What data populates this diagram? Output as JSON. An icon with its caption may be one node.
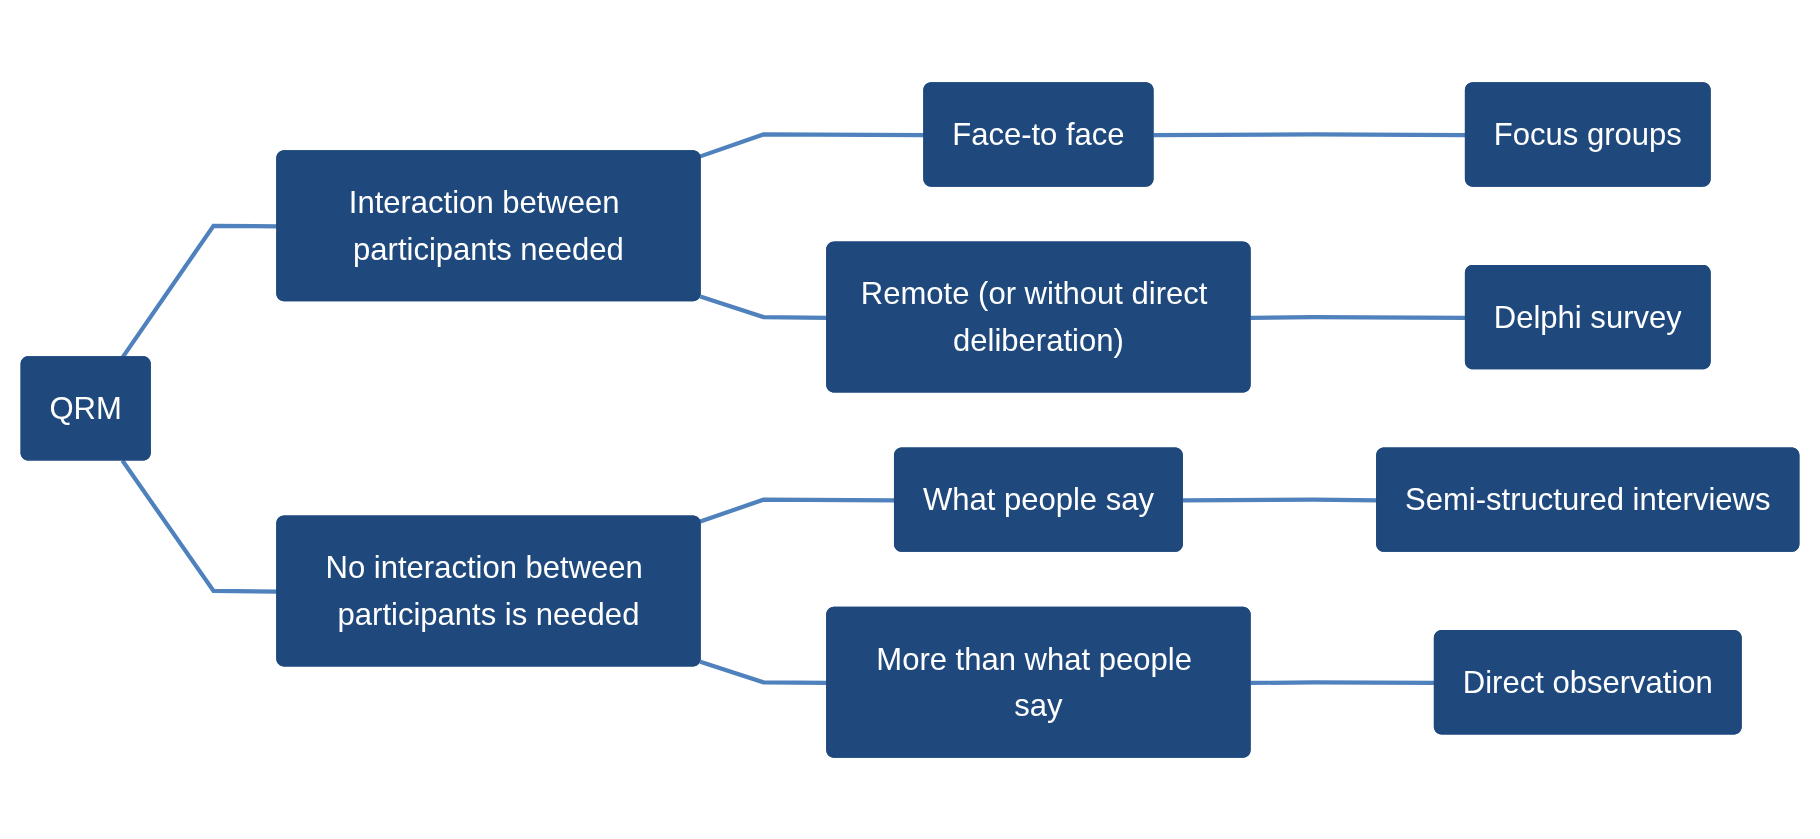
{
  "diagram": {
    "nodes": [
      {
        "text": [
          "QRM"
        ]
      },
      {
        "text": [
          "Interaction between participants needed"
        ]
      },
      {
        "text": [
          "No interaction between participants is needed"
        ]
      },
      {
        "text": [
          "Face-to face"
        ]
      },
      {
        "text": [
          "Remote (or without direct deliberation)"
        ]
      },
      {
        "text": [
          "What people  say"
        ]
      },
      {
        "text": [
          "More than what people say"
        ]
      },
      {
        "text": [
          "Focus groups"
        ]
      },
      {
        "text": [
          "Delphi survey"
        ]
      },
      {
        "text": [
          "Semi-structured interviews"
        ]
      },
      {
        "text": [
          "Direct observation"
        ]
      }
    ],
    "edges": [
      {
        "from": 0,
        "to": 1,
        "arrow": "none"
      },
      {
        "from": 0,
        "to": 2,
        "arrow": "none"
      },
      {
        "from": 1,
        "to": 3,
        "arrow": "none"
      },
      {
        "from": 1,
        "to": 4,
        "arrow": "none"
      },
      {
        "from": 2,
        "to": 5,
        "arrow": "none"
      },
      {
        "from": 2,
        "to": 6,
        "arrow": "none"
      },
      {
        "from": 3,
        "to": 7,
        "arrow": "none"
      },
      {
        "from": 4,
        "to": 8,
        "arrow": "none"
      },
      {
        "from": 5,
        "to": 9,
        "arrow": "none"
      },
      {
        "from": 6,
        "to": 10,
        "arrow": "none"
      }
    ]
  }
}
